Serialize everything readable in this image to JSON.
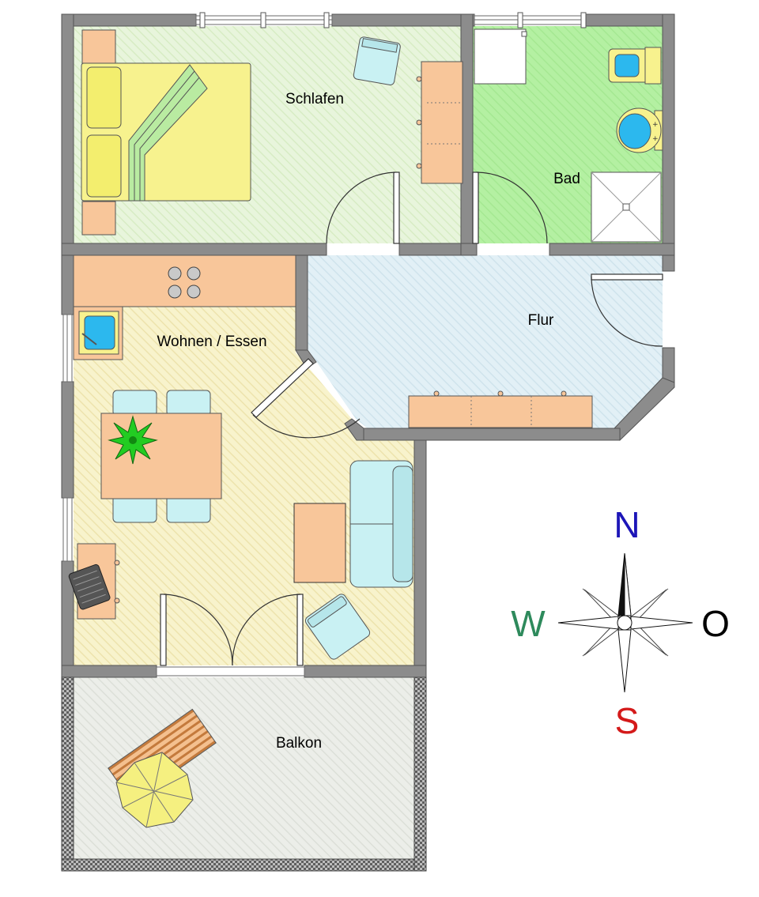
{
  "rooms": {
    "schlafen": "Schlafen",
    "bad": "Bad",
    "wohnen_essen": "Wohnen / Essen",
    "flur": "Flur",
    "balkon": "Balkon"
  },
  "compass": {
    "north": "N",
    "west": "W",
    "east": "O",
    "south": "S"
  },
  "colors": {
    "wall": "#8c8c8c",
    "wall_outline": "#555555",
    "schlafen_floor": "#e6f5d9",
    "bad_floor": "#b9f2a8",
    "wohnen_floor": "#f7f1c6",
    "flur_floor": "#ddeef5",
    "balkon_floor": "#e9ece6",
    "furniture_orange": "#f8c69a",
    "bed_yellow": "#f7f28e",
    "bed_green": "#b9eba1",
    "chair_blue": "#c9f1f3",
    "basin_blue": "#2cb8ee",
    "plant_green": "#22cc22",
    "umbrella_yellow": "#f5f080",
    "north_blue": "#1d16b8",
    "west_green": "#2e8a5c",
    "east_black": "#000000",
    "south_red": "#d41a1a"
  }
}
